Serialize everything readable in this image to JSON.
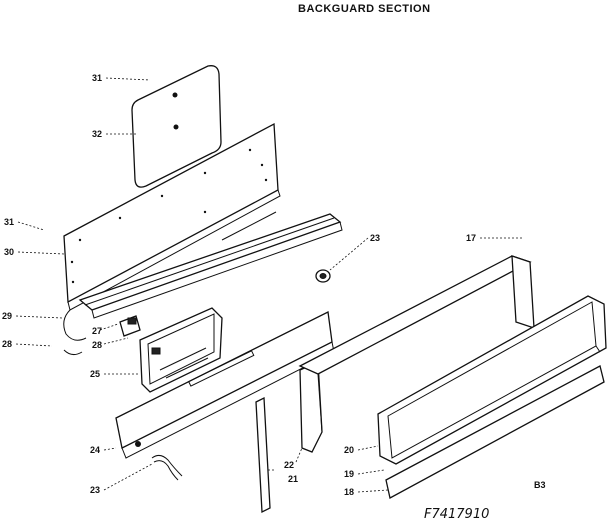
{
  "title": "BACKGUARD SECTION",
  "drawing_code": "F7417910",
  "page_ref": "B3",
  "labels": {
    "l31a": "31",
    "l32": "32",
    "l31b": "31",
    "l30": "30",
    "l29": "29",
    "l28a": "28",
    "l27": "27",
    "l28b": "28",
    "l25": "25",
    "l24": "24",
    "l23a": "23",
    "l23b": "23",
    "l22": "22",
    "l21": "21",
    "l20": "20",
    "l19": "19",
    "l18": "18",
    "l17": "17"
  }
}
